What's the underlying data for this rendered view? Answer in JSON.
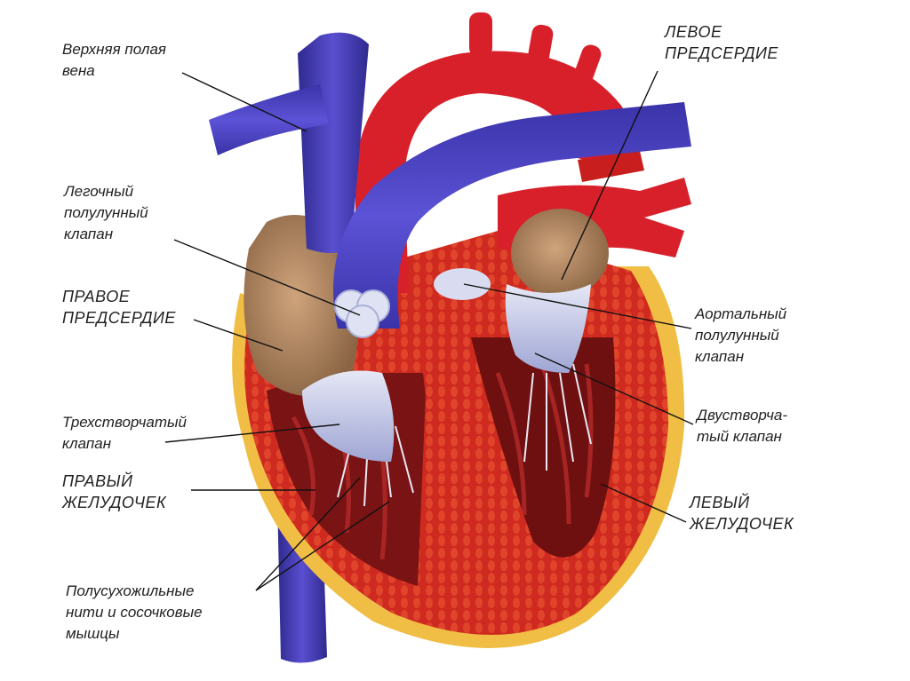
{
  "labels": {
    "superior_vena_cava": [
      "Верхняя полая",
      "вена"
    ],
    "pulmonary_valve": [
      "Легочный",
      "полулунный",
      "клапан"
    ],
    "right_atrium": [
      "ПРАВОЕ",
      "ПРЕДСЕРДИЕ"
    ],
    "tricuspid_valve": [
      "Трехстворчатый",
      "клапан"
    ],
    "right_ventricle": [
      "ПРАВЫЙ",
      "ЖЕЛУДОЧЕК"
    ],
    "chordae": [
      "Полусухожильные",
      "нити и сосочковые",
      "мышцы"
    ],
    "left_atrium": [
      "ЛЕВОЕ",
      "ПРЕДСЕРДИЕ"
    ],
    "aortic_valve": [
      "Аортальный",
      "полулунный",
      "клапан"
    ],
    "mitral_valve": [
      "Двустворча-",
      "тый клапан"
    ],
    "left_ventricle": [
      "ЛЕВЫЙ",
      "ЖЕЛУДОЧЕК"
    ]
  },
  "colors": {
    "vein_blue": "#4a3fb8",
    "artery_red": "#d8202a",
    "muscle_red": "#c81e1e",
    "chamber_dark": "#7a1414",
    "valve_light": "#c9cde8",
    "atrium_tan": "#b58a62",
    "fat_yellow": "#f2c24a",
    "leader_line": "#111111"
  }
}
